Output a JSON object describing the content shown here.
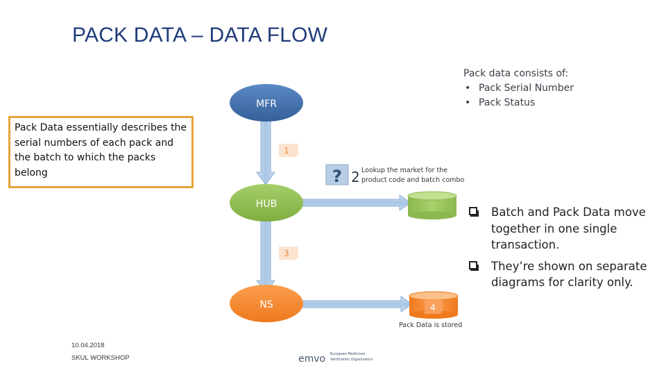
{
  "slide": {
    "title": "PACK DATA – DATA FLOW"
  },
  "callout": {
    "text": "Pack Data essentially describes the serial numbers of each pack and the batch to which the packs belong"
  },
  "pack_info": {
    "heading": "Pack data consists of:",
    "items": [
      "Pack Serial Number",
      "Pack Status"
    ]
  },
  "diagram": {
    "nodes": {
      "mfr": "MFR",
      "hub": "HUB",
      "ns": "NS"
    },
    "steps": {
      "step1": "1",
      "step2": "2",
      "step3": "3",
      "step4": "4"
    },
    "lookup_symbol": "?",
    "lookup_text_line1": "Lookup the market for the",
    "lookup_text_line2": "product code and batch combo",
    "stored_label": "Pack Data is stored",
    "colors": {
      "mfr": "#3f6ea8",
      "hub": "#8fbf4f",
      "ns": "#f7892f",
      "arrow": "#a9c6e6",
      "arrow_border": "#7f9fc5"
    }
  },
  "notes": [
    "Batch and Pack Data move together in one single transaction.",
    "They’re shown on separate diagrams for clarity only."
  ],
  "footer": {
    "date": "10.04.2018",
    "org": "SKUL WORKSHOP",
    "logo_word": "emvo",
    "logo_line1": "European Medicines",
    "logo_line2": "Verification Organisation"
  }
}
